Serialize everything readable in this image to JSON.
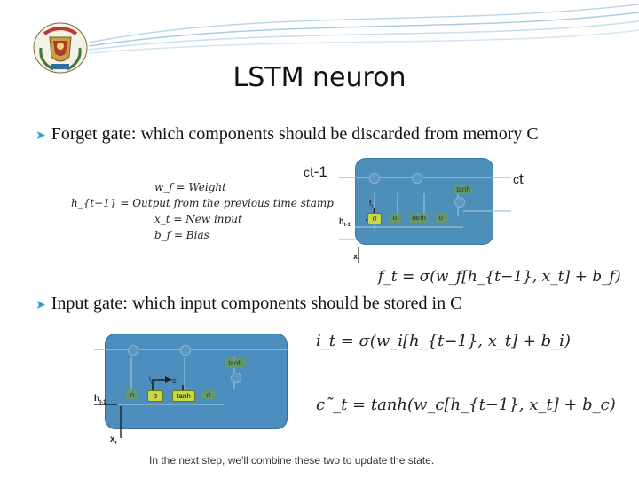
{
  "slide": {
    "title": "LSTM neuron",
    "bullets": [
      "Forget gate: which components should be discarded from memory C",
      "Input gate: which input components should be stored in C"
    ]
  },
  "forget_figure": {
    "legend": [
      "w_f = Weight",
      "h_{t−1} = Output from the previous time stamp",
      "x_t = New input",
      "b_f = Bias"
    ],
    "c_prev_label": "c",
    "c_prev_sub": "t-1",
    "c_next_label": "c",
    "c_next_sub": "t",
    "h_label": "h",
    "h_sub": "t-1",
    "x_label": "x",
    "x_sub": "t",
    "f_label": "f",
    "f_sub": "t",
    "equation": "f_t = σ(w_f[h_{t−1}, x_t] + b_f)",
    "sigma_gate": "σ",
    "tanh_gate": "tanh"
  },
  "input_figure": {
    "equation_i": "i_t = σ(w_i[h_{t−1}, x_t] + b_i)",
    "equation_c": "c˜_t = tanh(w_c[h_{t−1}, x_t] + b_c)",
    "h_label": "h",
    "h_sub": "t-1",
    "x_label": "x",
    "x_sub": "t",
    "i_label": "i",
    "i_sub": "t",
    "c_label": "c",
    "c_sub": "t",
    "sigma_gate": "σ",
    "tanh_gate": "tanh",
    "caption": "In the next step, we'll combine these two to update the state."
  },
  "colors": {
    "accent": "#2f9fc6",
    "cell_blue": "#3f86b5",
    "gate_highlight": "#c8d84a"
  }
}
